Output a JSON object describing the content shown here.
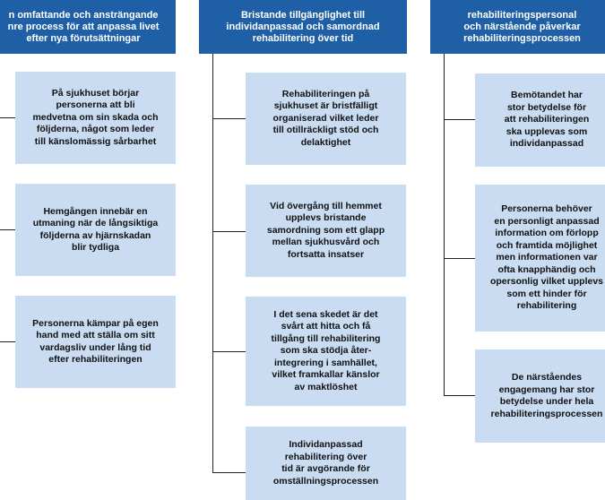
{
  "columns": [
    {
      "header": "n omfattande och ansträngande\nnre process för att anpassa livet\nefter nya förutsättningar",
      "boxes": [
        "På sjukhuset börjar\npersonerna att bli\nmedvetna om sin skada och\nföljderna, något som leder\ntill känslomässig sårbarhet",
        "Hemgången innebär en\nutmaning när de långsiktiga\nföljderna av hjärnskadan\nblir tydliga",
        "Personerna kämpar på egen\nhand med att ställa om sitt\nvardagsliv under lång tid\nefter rehabiliteringen"
      ]
    },
    {
      "header": "Bristande tillgänglighet till\nindividanpassad och samordnad\nrehabilitering över tid",
      "boxes": [
        "Rehabiliteringen på\nsjukhuset är bristfälligt\norganiserad vilket leder\ntill otillräckligt stöd och\ndelaktighet",
        "Vid övergång till hemmet\nupplevs bristande\nsamordning som ett glapp\nmellan sjukhusvård och\nfortsatta insatser",
        "I det sena skedet är det\nsvårt att hitta och få\ntillgång till rehabilitering\nsom ska stödja åter-\nintegrering i samhället,\nvilket framkallar känslor\nav maktlöshet",
        "Individanpassad\nrehabilitering över\ntid är avgörande för\nomställningsprocessen"
      ]
    },
    {
      "header": "rehabiliteringspersonal\noch närstående påverkar\nrehabiliteringsprocessen",
      "boxes": [
        "Bemötandet har\nstor betydelse för\natt rehabiliteringen\nska upplevas som\nindividanpassad",
        "Personerna behöver\nen personligt anpassad\ninformation om förlopp\noch framtida möjlighet\nmen informationen var\nofta knapphändig och\nopersonlig vilket upplevs\nsom ett hinder för\nrehabilitering",
        "De närståendes\nengagemang har stor\nbetydelse under hela\nrehabiliteringsprocessen"
      ]
    }
  ]
}
